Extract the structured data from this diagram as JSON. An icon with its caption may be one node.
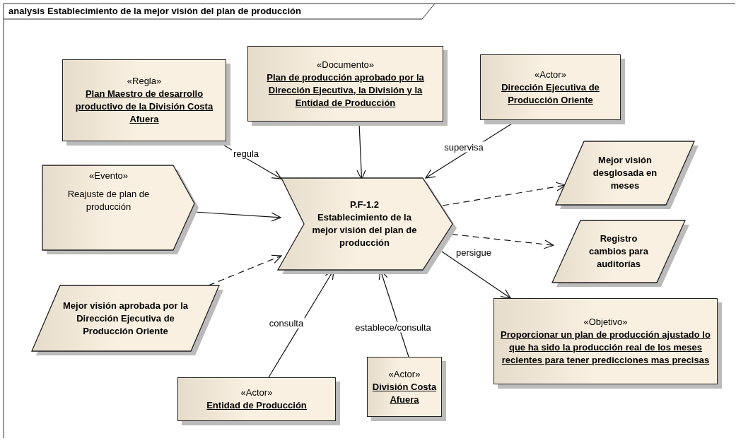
{
  "diagram": {
    "title": "analysis Establecimiento de la mejor visión del plan de producción",
    "nodes": [
      {
        "text": [
          "«Regla»",
          "Plan Maestro de desarrollo productivo de la División Costa Afuera"
        ]
      },
      {
        "text": [
          "«Documento»",
          "Plan de producción aprobado por la Dirección Ejecutiva, la División y la Entidad de Producción"
        ]
      },
      {
        "text": [
          "«Actor»",
          "Dirección Ejecutiva de Producción Oriente"
        ]
      },
      {
        "text": [
          "«Evento»",
          "Reajuste de plan de producción"
        ]
      },
      {
        "text": [
          "P.F-1.2",
          "Establecimiento de la mejor visión del plan de producción"
        ]
      },
      {
        "text": [
          "Mejor visión desglosada en meses"
        ]
      },
      {
        "text": [
          "Registro cambios para auditorías"
        ]
      },
      {
        "text": [
          "Mejor visión aprobada por la Dirección Ejecutiva de Producción Oriente"
        ]
      },
      {
        "text": [
          "«Objetivo»",
          "Proporcionar un plan de producción ajustado lo que ha sido la producción real de los meses recientes para tener predicciones mas precisas"
        ]
      },
      {
        "text": [
          "«Actor»",
          "Entidad de Producción"
        ]
      },
      {
        "text": [
          "«Actor»",
          "División Costa Afuera"
        ]
      }
    ],
    "edges": [
      {
        "from": 0,
        "to": 4,
        "arrow": "to",
        "label": "regula"
      },
      {
        "from": 1,
        "to": 4,
        "arrow": "to"
      },
      {
        "from": 2,
        "to": 4,
        "arrow": "to",
        "label": "supervisa"
      },
      {
        "from": 3,
        "to": 4,
        "arrow": "to"
      },
      {
        "from": 4,
        "to": 5,
        "arrow": "to",
        "style": "dashed"
      },
      {
        "from": 4,
        "to": 6,
        "arrow": "to",
        "style": "dashed"
      },
      {
        "from": 7,
        "to": 4,
        "arrow": "to",
        "style": "dashed"
      },
      {
        "from": 9,
        "to": 4,
        "arrow": "to",
        "label": "consulta"
      },
      {
        "from": 10,
        "to": 4,
        "arrow": "to",
        "label": "establece/consulta"
      },
      {
        "from": 4,
        "to": 8,
        "arrow": "to",
        "label": "persigue"
      }
    ]
  }
}
